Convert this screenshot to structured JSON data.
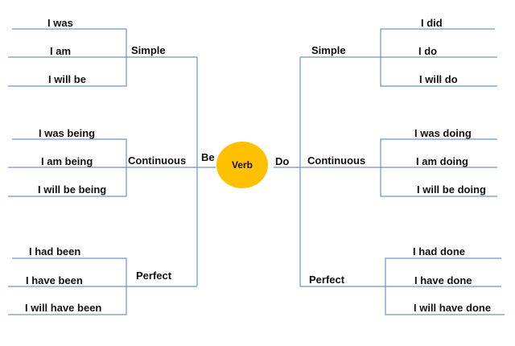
{
  "center": {
    "label": "Verb",
    "color": "#FFC000"
  },
  "left": {
    "label": "Be",
    "groups": [
      {
        "label": "Simple",
        "items": [
          "I was",
          "I am",
          "I will be"
        ]
      },
      {
        "label": "Continuous",
        "items": [
          "I was being",
          "I am being",
          "I will be being"
        ]
      },
      {
        "label": "Perfect",
        "items": [
          "I had been",
          "I have been",
          "I will have been"
        ]
      }
    ]
  },
  "right": {
    "label": "Do",
    "groups": [
      {
        "label": "Simple",
        "items": [
          "I did",
          "I do",
          "I will do"
        ]
      },
      {
        "label": "Continuous",
        "items": [
          "I was doing",
          "I am doing",
          "I will be doing"
        ]
      },
      {
        "label": "Perfect",
        "items": [
          "I had done",
          "I have done",
          "I will have done"
        ]
      }
    ]
  },
  "line_color": "#6d93cc"
}
